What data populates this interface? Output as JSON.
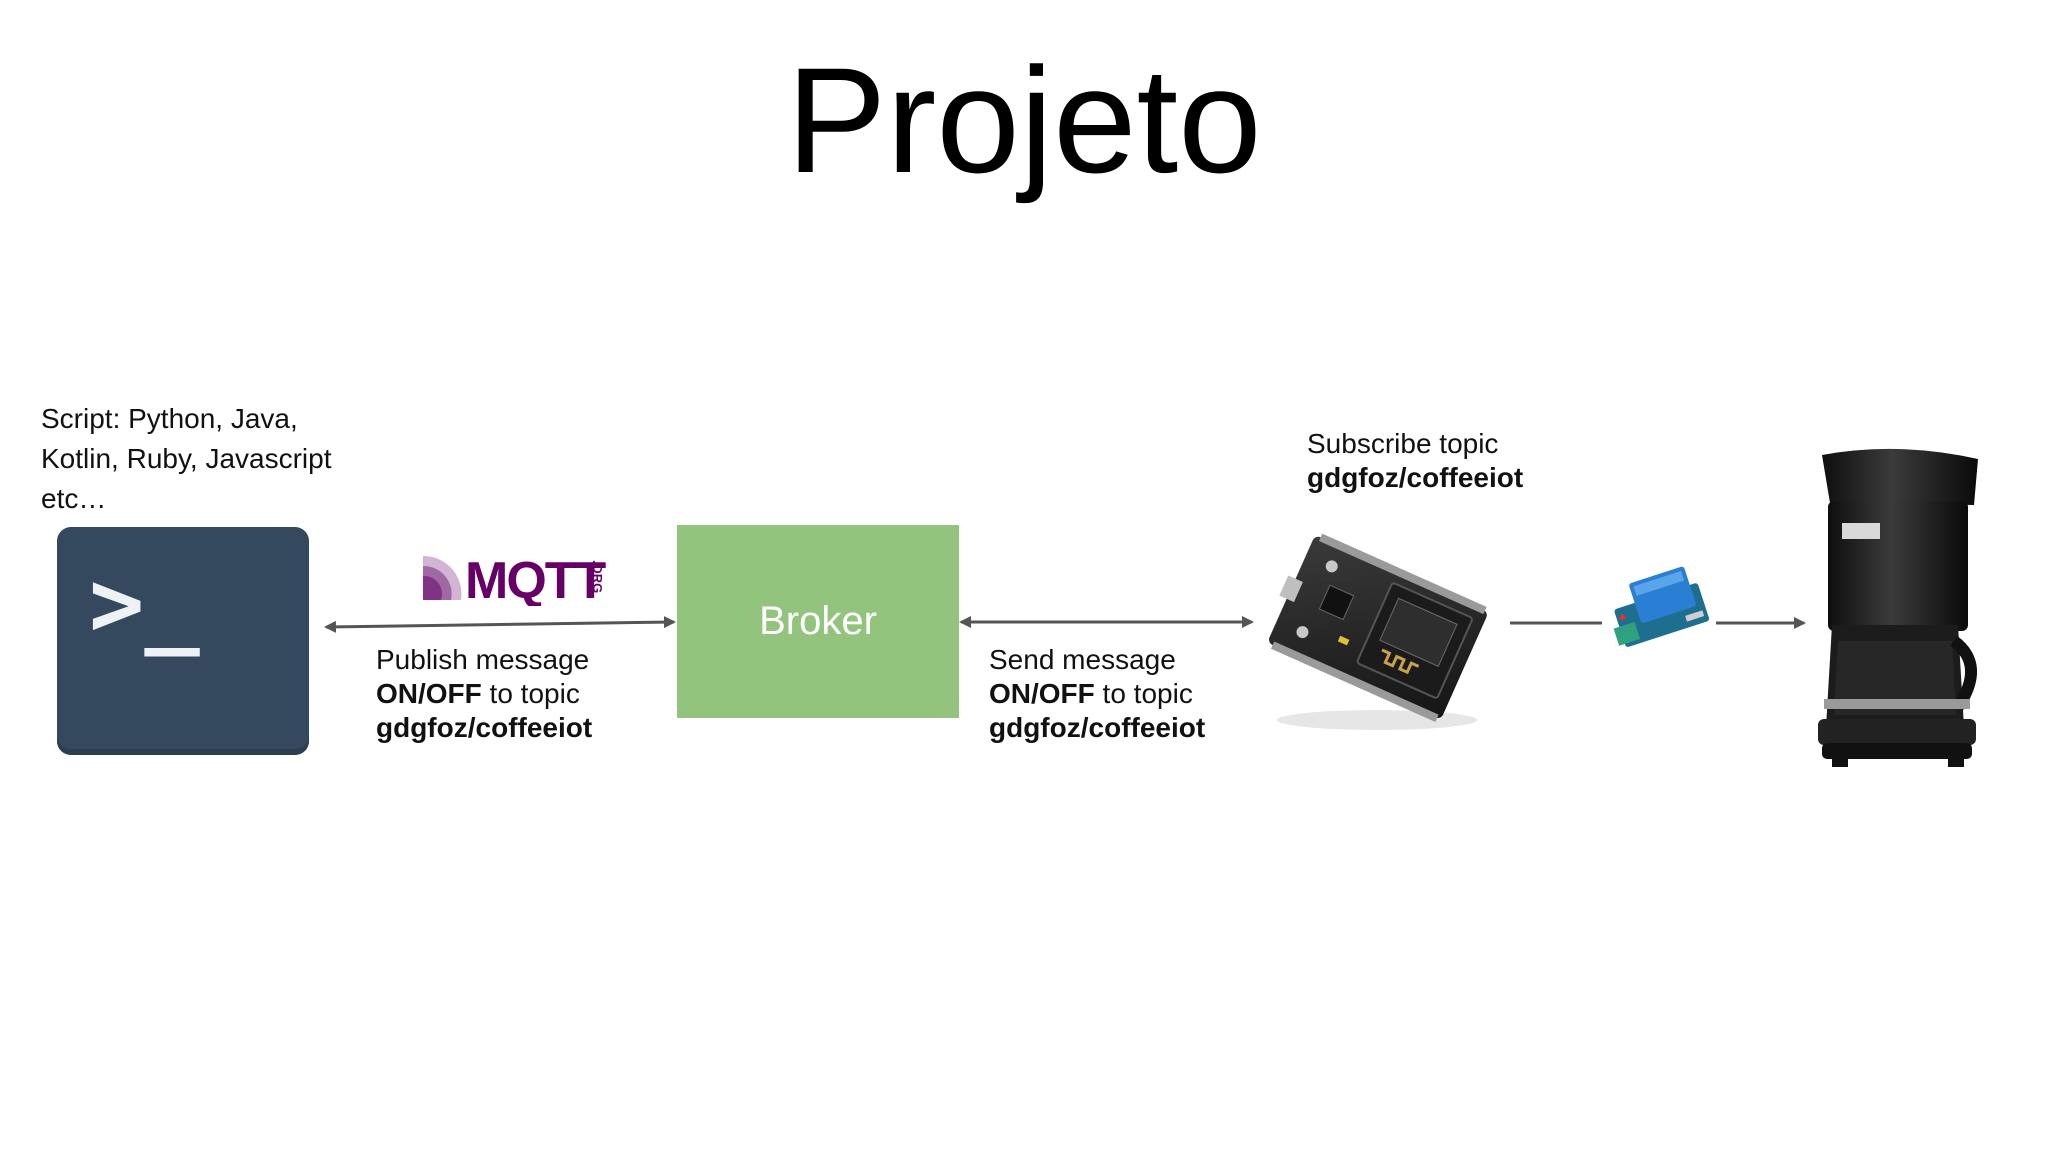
{
  "slide": {
    "title": "Projeto"
  },
  "client": {
    "script_label": "Script: Python, Java, Kotlin, Ruby, Javascript etc…",
    "prompt_glyph": ">_",
    "icon": "terminal-icon"
  },
  "publish": {
    "line1": "Publish message",
    "line2_bold": "ON/OFF",
    "line2_rest": " to topic",
    "line3_bold": "gdgfoz/coffeeiot"
  },
  "mqtt_logo": {
    "text": "MQTT",
    "suffix": ".ORG",
    "color": "#660066"
  },
  "broker": {
    "label": "Broker",
    "color": "#93c47d"
  },
  "send": {
    "line1": "Send message",
    "line2_bold": "ON/OFF",
    "line2_rest": " to topic",
    "line3_bold": "gdgfoz/coffeeiot"
  },
  "subscribe": {
    "line1": "Subscribe topic",
    "line2_bold": "gdgfoz/coffeeiot"
  },
  "devices": {
    "board": "esp8266-board-image",
    "relay": "relay-module-image",
    "coffee_maker": "coffee-maker-image"
  }
}
